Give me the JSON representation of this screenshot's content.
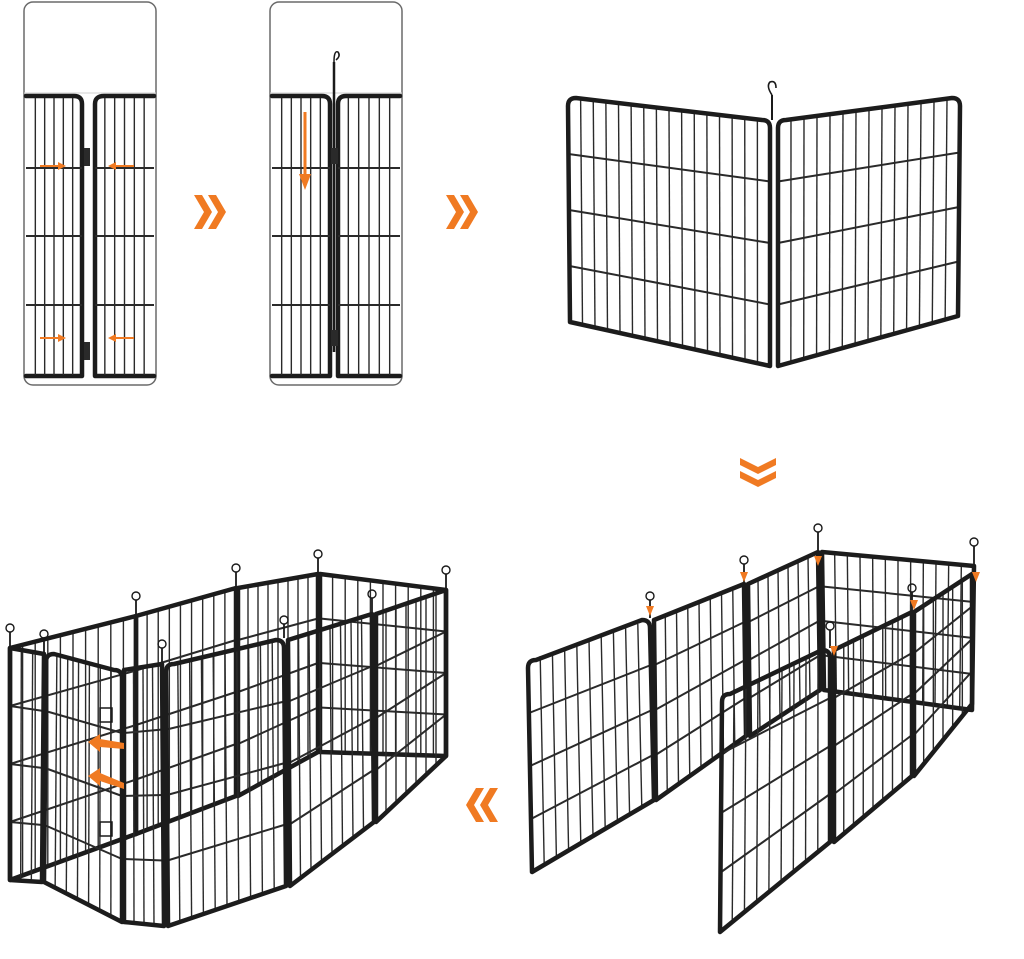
{
  "colors": {
    "accent": "#f07a22",
    "metal": "#1c1c1c",
    "frame_border": "#6a6a6a",
    "background": "#ffffff"
  },
  "steps": [
    {
      "name": "align-panels-closeup"
    },
    {
      "name": "insert-pin-closeup"
    },
    {
      "name": "two-panels-joined"
    },
    {
      "name": "panels-opened-partially"
    },
    {
      "name": "complete-playpen"
    }
  ],
  "arrows": [
    {
      "name": "arrow-step1-to-step2",
      "glyph": "double-chevron-right"
    },
    {
      "name": "arrow-step2-to-step3",
      "glyph": "double-chevron-right"
    },
    {
      "name": "arrow-step3-to-step4",
      "glyph": "double-chevron-down"
    },
    {
      "name": "arrow-step4-to-step5",
      "glyph": "double-chevron-left"
    }
  ]
}
